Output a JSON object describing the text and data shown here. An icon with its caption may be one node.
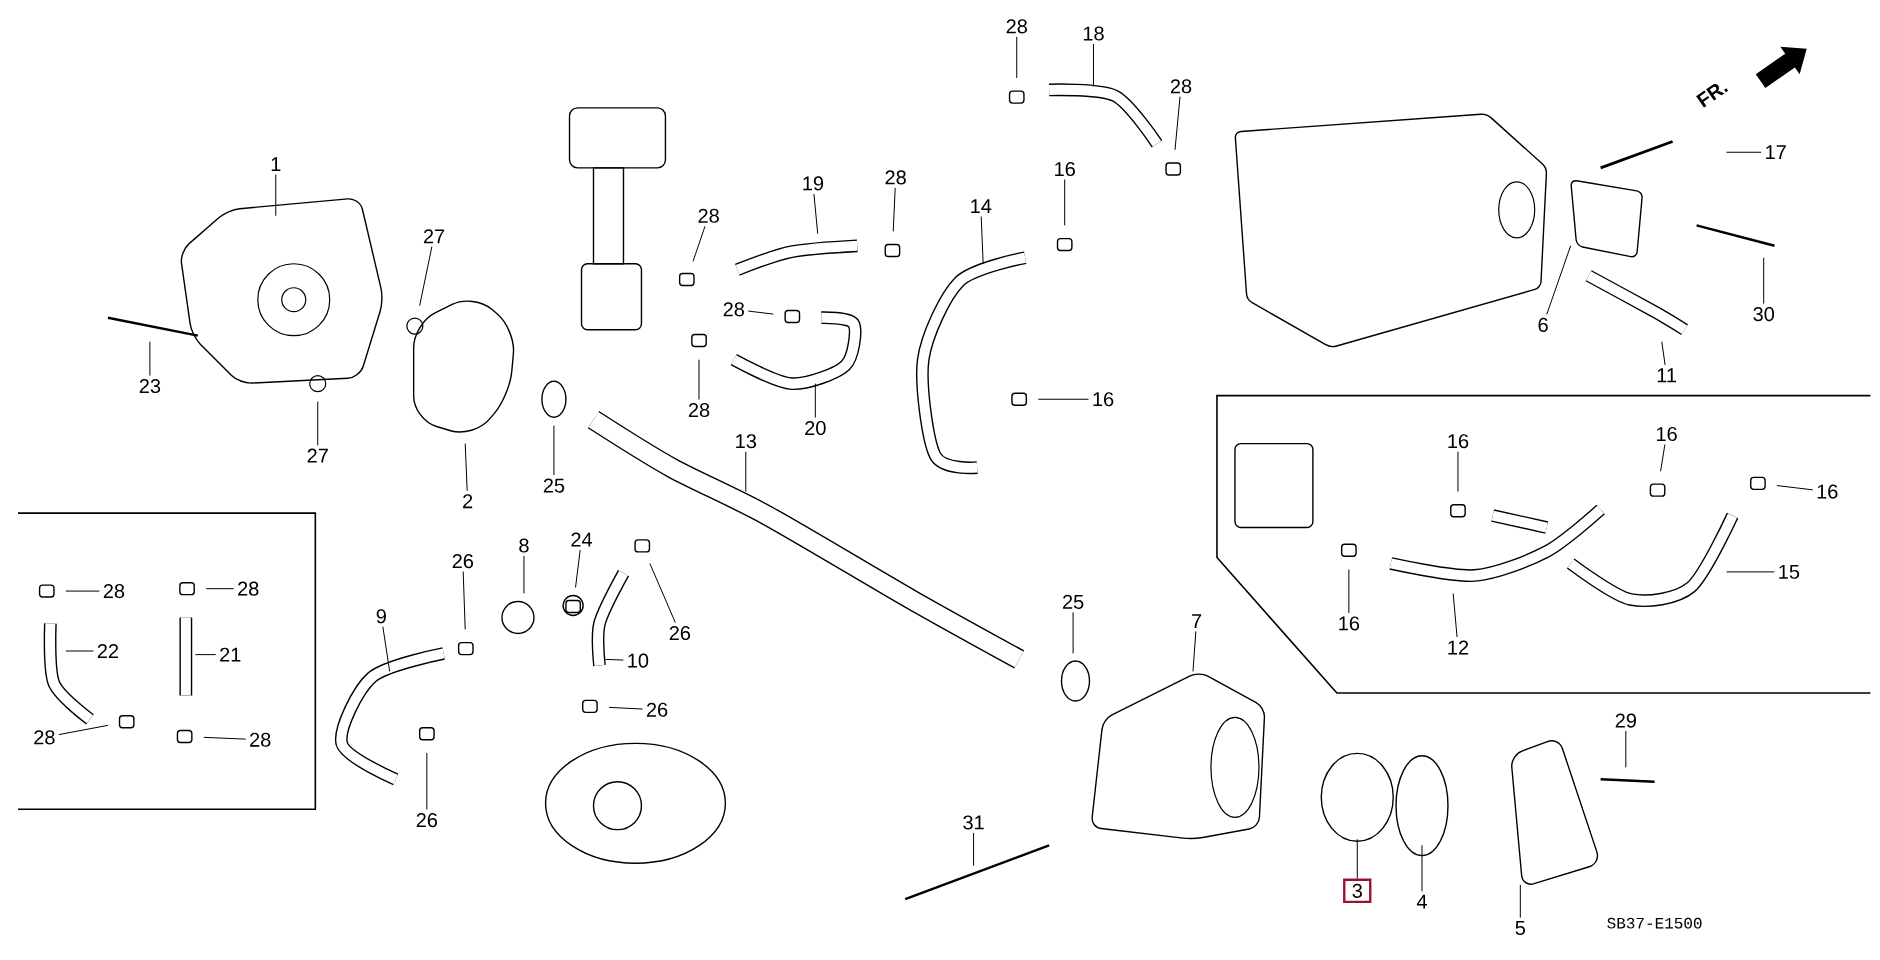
{
  "diagram": {
    "nodes": [
      {
        "text": [
          "1"
        ]
      },
      {
        "text": [
          "27"
        ]
      },
      {
        "text": [
          "23"
        ]
      },
      {
        "text": [
          "27"
        ]
      },
      {
        "text": [
          "2"
        ]
      },
      {
        "text": [
          "25"
        ]
      },
      {
        "text": [
          "13"
        ]
      },
      {
        "text": [
          "28"
        ]
      },
      {
        "text": [
          "19"
        ]
      },
      {
        "text": [
          "28"
        ]
      },
      {
        "text": [
          "28"
        ]
      },
      {
        "text": [
          "28"
        ]
      },
      {
        "text": [
          "20"
        ]
      },
      {
        "text": [
          "14"
        ]
      },
      {
        "text": [
          "16"
        ]
      },
      {
        "text": [
          "28"
        ]
      },
      {
        "text": [
          "18"
        ]
      },
      {
        "text": [
          "28"
        ]
      },
      {
        "text": [
          "17"
        ]
      },
      {
        "text": [
          "6"
        ]
      },
      {
        "text": [
          "30"
        ]
      },
      {
        "text": [
          "11"
        ]
      },
      {
        "text": [
          "16"
        ]
      },
      {
        "text": [
          "16"
        ]
      },
      {
        "text": [
          "16"
        ]
      },
      {
        "text": [
          "16"
        ]
      },
      {
        "text": [
          "15"
        ]
      },
      {
        "text": [
          "12"
        ]
      },
      {
        "text": [
          "16"
        ]
      },
      {
        "text": [
          "28"
        ]
      },
      {
        "text": [
          "28"
        ]
      },
      {
        "text": [
          "22"
        ]
      },
      {
        "text": [
          "21"
        ]
      },
      {
        "text": [
          "28"
        ]
      },
      {
        "text": [
          "28"
        ]
      },
      {
        "text": [
          "9"
        ]
      },
      {
        "text": [
          "26"
        ]
      },
      {
        "text": [
          "8"
        ]
      },
      {
        "text": [
          "24"
        ]
      },
      {
        "text": [
          "10"
        ]
      },
      {
        "text": [
          "26"
        ]
      },
      {
        "text": [
          "26"
        ]
      },
      {
        "text": [
          "26"
        ]
      },
      {
        "text": [
          "25"
        ]
      },
      {
        "text": [
          "7"
        ]
      },
      {
        "text": [
          "31"
        ]
      },
      {
        "text": [
          "3"
        ]
      },
      {
        "text": [
          "4"
        ]
      },
      {
        "text": [
          "5"
        ]
      },
      {
        "text": [
          "29"
        ]
      }
    ],
    "edges": [
      {
        "from": 0,
        "to": null,
        "arrow": "none"
      },
      {
        "from": 1,
        "to": null,
        "arrow": "none"
      },
      {
        "from": 2,
        "to": null,
        "arrow": "none"
      },
      {
        "from": 3,
        "to": null,
        "arrow": "none"
      },
      {
        "from": 4,
        "to": null,
        "arrow": "none"
      },
      {
        "from": 5,
        "to": null,
        "arrow": "none"
      },
      {
        "from": 6,
        "to": null,
        "arrow": "none"
      },
      {
        "from": 7,
        "to": null,
        "arrow": "none"
      },
      {
        "from": 8,
        "to": null,
        "arrow": "none"
      },
      {
        "from": 9,
        "to": null,
        "arrow": "none"
      },
      {
        "from": 10,
        "to": null,
        "arrow": "none"
      },
      {
        "from": 11,
        "to": null,
        "arrow": "none"
      },
      {
        "from": 12,
        "to": null,
        "arrow": "none"
      },
      {
        "from": 13,
        "to": null,
        "arrow": "none"
      },
      {
        "from": 14,
        "to": null,
        "arrow": "none"
      },
      {
        "from": 15,
        "to": null,
        "arrow": "none"
      },
      {
        "from": 16,
        "to": null,
        "arrow": "none"
      },
      {
        "from": 17,
        "to": null,
        "arrow": "none"
      },
      {
        "from": 18,
        "to": null,
        "arrow": "none"
      },
      {
        "from": 19,
        "to": null,
        "arrow": "none"
      },
      {
        "from": 20,
        "to": null,
        "arrow": "none"
      },
      {
        "from": 21,
        "to": null,
        "arrow": "none"
      },
      {
        "from": 22,
        "to": null,
        "arrow": "none"
      },
      {
        "from": 23,
        "to": null,
        "arrow": "none"
      },
      {
        "from": 24,
        "to": null,
        "arrow": "none"
      },
      {
        "from": 25,
        "to": null,
        "arrow": "none"
      },
      {
        "from": 26,
        "to": null,
        "arrow": "none"
      },
      {
        "from": 27,
        "to": null,
        "arrow": "none"
      },
      {
        "from": 28,
        "to": null,
        "arrow": "none"
      },
      {
        "from": 29,
        "to": null,
        "arrow": "none"
      },
      {
        "from": 30,
        "to": null,
        "arrow": "none"
      },
      {
        "from": 31,
        "to": null,
        "arrow": "none"
      },
      {
        "from": 32,
        "to": null,
        "arrow": "none"
      },
      {
        "from": 33,
        "to": null,
        "arrow": "none"
      },
      {
        "from": 34,
        "to": null,
        "arrow": "none"
      },
      {
        "from": 35,
        "to": null,
        "arrow": "none"
      },
      {
        "from": 36,
        "to": null,
        "arrow": "none"
      },
      {
        "from": 37,
        "to": null,
        "arrow": "none"
      },
      {
        "from": 38,
        "to": null,
        "arrow": "none"
      },
      {
        "from": 39,
        "to": null,
        "arrow": "none"
      },
      {
        "from": 40,
        "to": null,
        "arrow": "none"
      },
      {
        "from": 41,
        "to": null,
        "arrow": "none"
      },
      {
        "from": 42,
        "to": null,
        "arrow": "none"
      },
      {
        "from": 43,
        "to": null,
        "arrow": "none"
      },
      {
        "from": 44,
        "to": null,
        "arrow": "none"
      },
      {
        "from": 45,
        "to": null,
        "arrow": "none"
      },
      {
        "from": 46,
        "to": null,
        "arrow": "none"
      },
      {
        "from": 47,
        "to": null,
        "arrow": "none"
      },
      {
        "from": 48,
        "to": null,
        "arrow": "none"
      },
      {
        "from": 49,
        "to": null,
        "arrow": "none"
      }
    ],
    "labels": [
      "FR.",
      "SB37-E1500"
    ]
  }
}
